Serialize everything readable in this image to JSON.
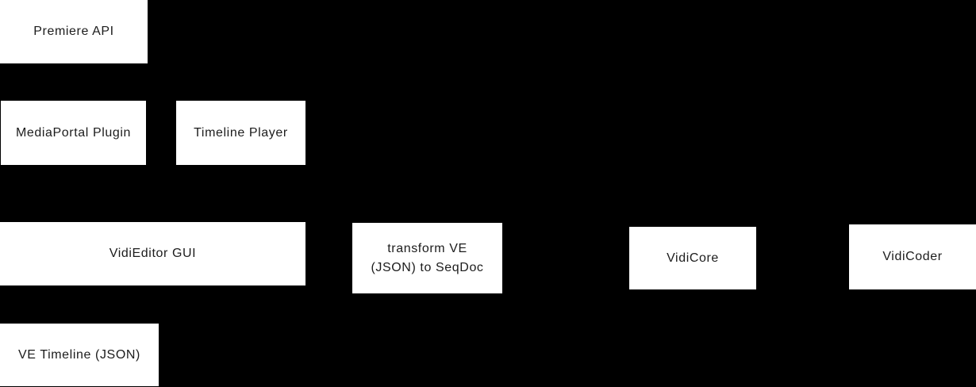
{
  "diagram": {
    "background_color": "#000000",
    "node_fill_color": "#ffffff",
    "node_text_color": "#1c1c1c",
    "nodes": [
      {
        "id": "premiere-api",
        "label": "Premiere API"
      },
      {
        "id": "mediaportal-plugin",
        "label": "MediaPortal Plugin"
      },
      {
        "id": "timeline-player",
        "label": "Timeline Player"
      },
      {
        "id": "vidieditor-gui",
        "label": "VidiEditor GUI"
      },
      {
        "id": "transform-ve",
        "label": "transform VE\n(JSON) to SeqDoc"
      },
      {
        "id": "vidicore",
        "label": "VidiCore"
      },
      {
        "id": "vidicoder",
        "label": "VidiCoder"
      },
      {
        "id": "ve-timeline-json",
        "label": "VE Timeline (JSON)"
      }
    ]
  }
}
